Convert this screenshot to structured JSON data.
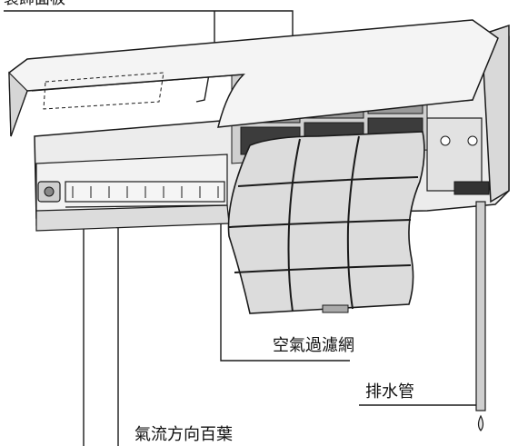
{
  "labels": {
    "top_partial": "裝飾面板",
    "air_filter": "空氣過濾網",
    "drain_pipe": "排水管",
    "airflow_louver": "氣流方向百葉"
  },
  "colors": {
    "line": "#1a1a1a",
    "body": "#e8e8e8",
    "shade": "#bfbfbf",
    "dark": "#333333"
  }
}
